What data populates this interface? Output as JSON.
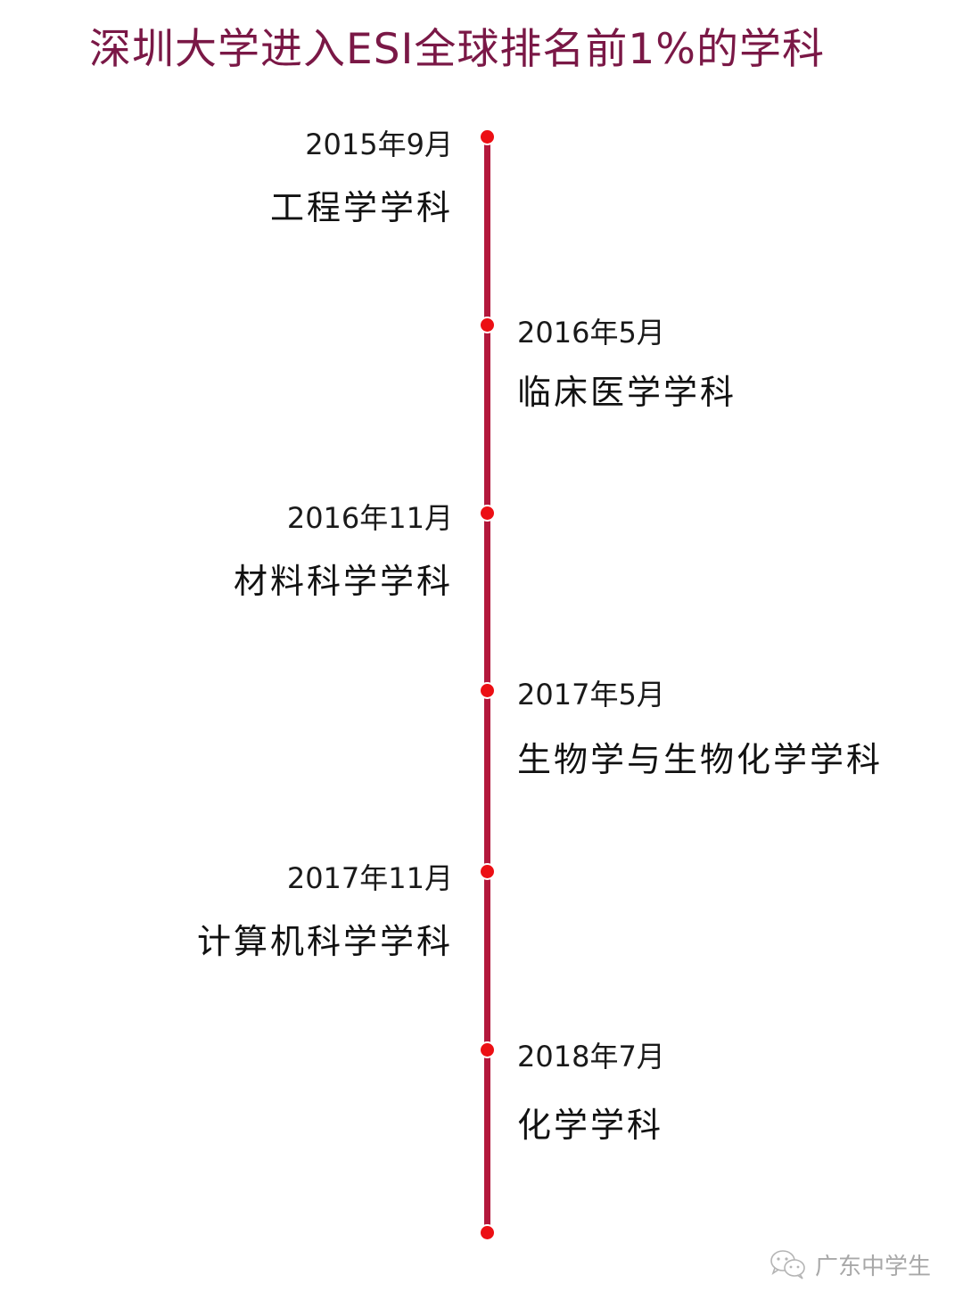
{
  "title": "深圳大学进入ESI全球排名前1%的学科",
  "colors": {
    "title": "#7a1846",
    "line": "#b3183c",
    "dot": "#ec0f14",
    "text": "#111111",
    "watermark": "#9a9a9a"
  },
  "events": [
    {
      "date": "2015年9月",
      "subject": "工程学学科",
      "side": "left"
    },
    {
      "date": "2016年5月",
      "subject": "临床医学学科",
      "side": "right"
    },
    {
      "date": "2016年11月",
      "subject": "材料科学学科",
      "side": "left"
    },
    {
      "date": "2017年5月",
      "subject": "生物学与生物化学学科",
      "side": "right"
    },
    {
      "date": "2017年11月",
      "subject": "计算机科学学科",
      "side": "left"
    },
    {
      "date": "2018年7月",
      "subject": "化学学科",
      "side": "right"
    }
  ],
  "watermark": {
    "icon": "wechat-icon",
    "text": "广东中学生"
  }
}
